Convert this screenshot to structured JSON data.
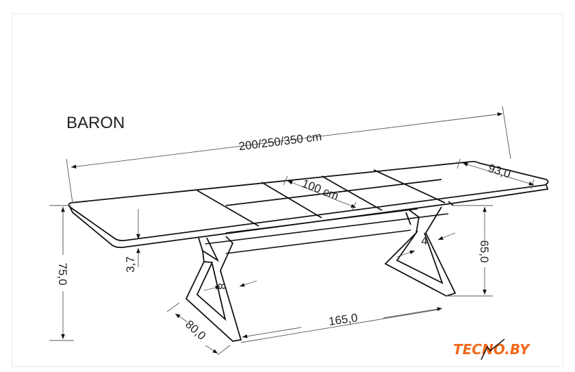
{
  "title": "BARON",
  "dimensions": {
    "length": "200/250/350 cm",
    "width": "93,0",
    "leaf": "100 cm",
    "height": "75,0",
    "top_thickness": "3,7",
    "clearance": "65,0",
    "leg_span": "165,0",
    "leg_depth": "80,0",
    "leg_width": "8",
    "leg_thickness": "4"
  },
  "logo": {
    "text": "TECNO.BY",
    "color": "#f26a1b"
  }
}
